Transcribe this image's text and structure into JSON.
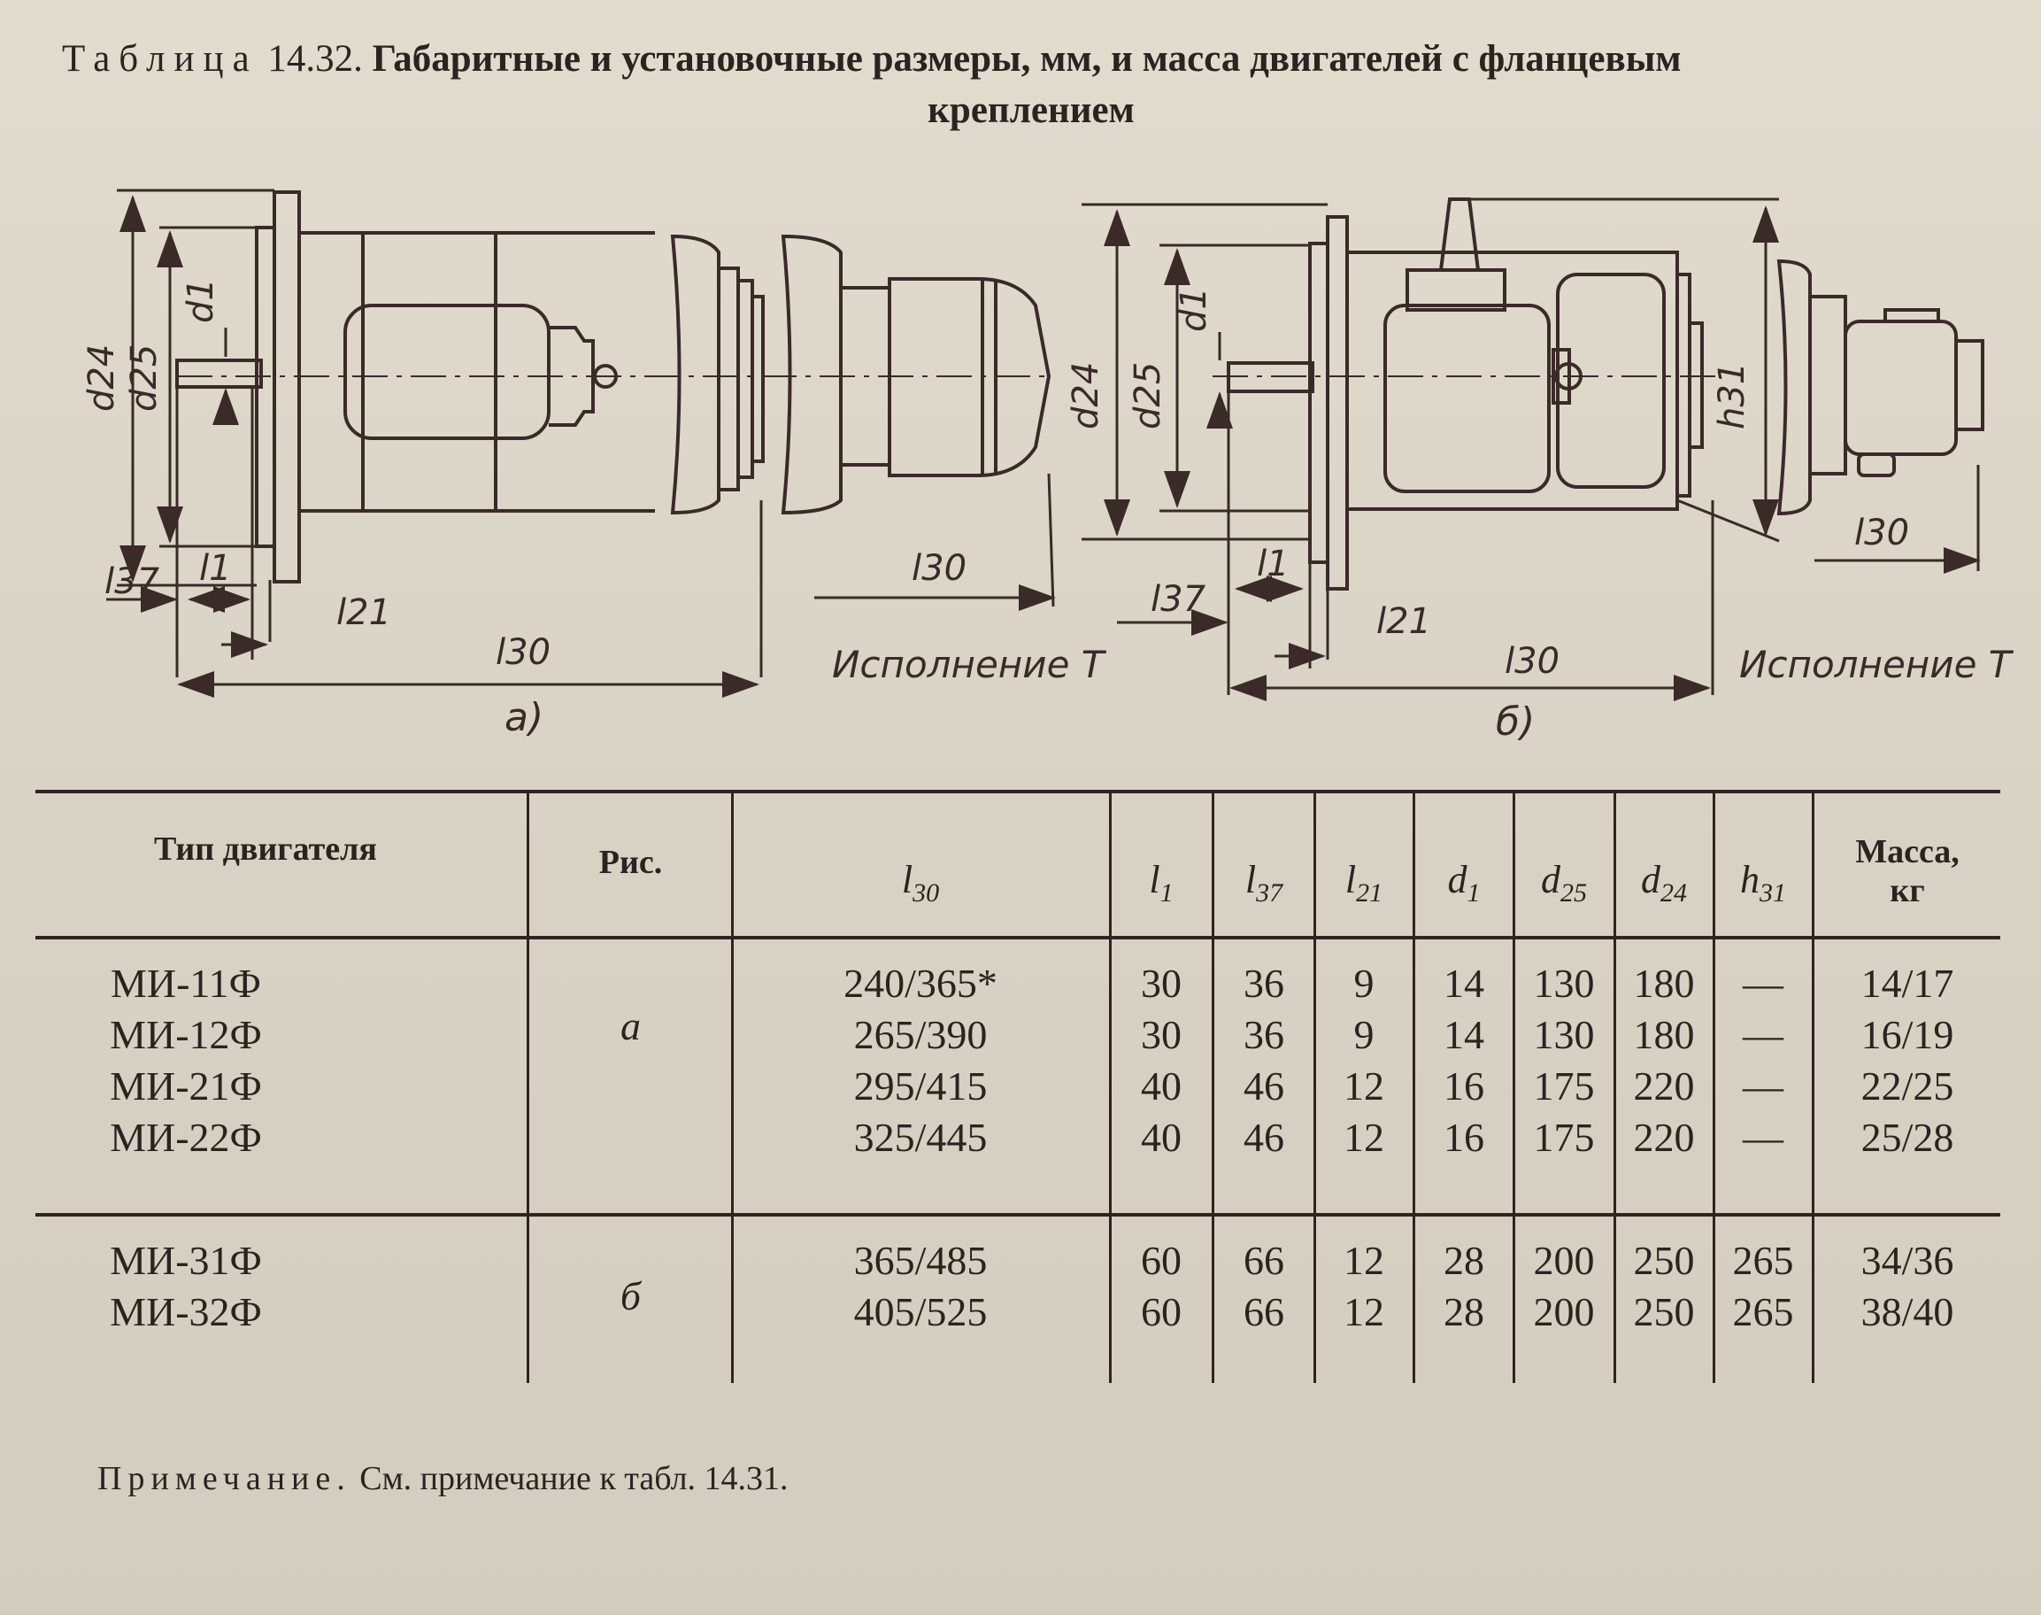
{
  "caption": {
    "label": "Таблица",
    "number": "14.32.",
    "title_line1": "Габаритные и установочные размеры, мм, и масса двигателей с фланцевым",
    "title_line2": "креплением"
  },
  "drawing": {
    "fig_a": {
      "dims": [
        "d24",
        "d25",
        "d1",
        "l37",
        "l1",
        "l21",
        "l30"
      ],
      "variant_dim": "l30",
      "variant_label": "Исполнение Т",
      "fig_label": "а)"
    },
    "fig_b": {
      "dims": [
        "d24",
        "d25",
        "d1",
        "l37",
        "l1",
        "l21",
        "l30",
        "h31"
      ],
      "variant_dim": "l30",
      "variant_label": "Исполнение Т",
      "fig_label": "б)"
    }
  },
  "table": {
    "headers": {
      "type": "Тип двигателя",
      "fig": "Рис.",
      "l30": {
        "base": "l",
        "sub": "30"
      },
      "l1": {
        "base": "l",
        "sub": "1"
      },
      "l37": {
        "base": "l",
        "sub": "37"
      },
      "l21": {
        "base": "l",
        "sub": "21"
      },
      "d1": {
        "base": "d",
        "sub": "1"
      },
      "d25": {
        "base": "d",
        "sub": "25"
      },
      "d24": {
        "base": "d",
        "sub": "24"
      },
      "h31": {
        "base": "h",
        "sub": "31"
      },
      "mass": "Масса, кг"
    },
    "groups": [
      {
        "fig": "а",
        "rows": [
          {
            "type": "МИ-11Ф",
            "l30": "240/365*",
            "l1": "30",
            "l37": "36",
            "l21": "9",
            "d1": "14",
            "d25": "130",
            "d24": "180",
            "h31": "—",
            "mass": "14/17"
          },
          {
            "type": "МИ-12Ф",
            "l30": "265/390",
            "l1": "30",
            "l37": "36",
            "l21": "9",
            "d1": "14",
            "d25": "130",
            "d24": "180",
            "h31": "—",
            "mass": "16/19"
          },
          {
            "type": "МИ-21Ф",
            "l30": "295/415",
            "l1": "40",
            "l37": "46",
            "l21": "12",
            "d1": "16",
            "d25": "175",
            "d24": "220",
            "h31": "—",
            "mass": "22/25"
          },
          {
            "type": "МИ-22Ф",
            "l30": "325/445",
            "l1": "40",
            "l37": "46",
            "l21": "12",
            "d1": "16",
            "d25": "175",
            "d24": "220",
            "h31": "—",
            "mass": "25/28"
          }
        ]
      },
      {
        "fig": "б",
        "rows": [
          {
            "type": "МИ-31Ф",
            "l30": "365/485",
            "l1": "60",
            "l37": "66",
            "l21": "12",
            "d1": "28",
            "d25": "200",
            "d24": "250",
            "h31": "265",
            "mass": "34/36"
          },
          {
            "type": "МИ-32Ф",
            "l30": "405/525",
            "l1": "60",
            "l37": "66",
            "l21": "12",
            "d1": "28",
            "d25": "200",
            "d24": "250",
            "h31": "265",
            "mass": "38/40"
          }
        ]
      }
    ]
  },
  "note": {
    "label": "Примечание.",
    "text": "См. примечание к табл. 14.31."
  }
}
